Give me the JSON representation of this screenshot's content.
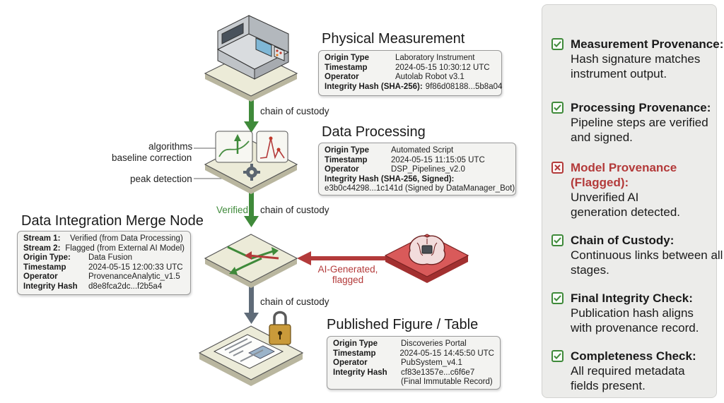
{
  "nodes": {
    "measurement": {
      "title": "Physical Measurement",
      "rows": [
        {
          "key": "Origin Type",
          "value": "Laboratory Instrument"
        },
        {
          "key": "Timestamp",
          "value": "2024-05-15 10:30:12 UTC"
        },
        {
          "key": "Operator",
          "value": "Autolab Robot v3.1"
        },
        {
          "key": "Integrity Hash (SHA-256):",
          "value": "9f86d08188...5b8a04"
        }
      ]
    },
    "processing": {
      "title": "Data Processing",
      "rows": [
        {
          "key": "Origin Type",
          "value": "Automated Script"
        },
        {
          "key": "Timestamp",
          "value": "2024-05-15 11:15:05 UTC"
        },
        {
          "key": "Operator",
          "value": "DSP_Pipelines_v2.0"
        },
        {
          "key": "Integrity Hash (SHA-256, Signed):",
          "value": ""
        }
      ],
      "extra_line": "e3b0c44298...1c141d (Signed by DataManager_Bot)",
      "side_labels": [
        "algorithms",
        "baseline correction",
        "peak detection"
      ]
    },
    "merge": {
      "title": "Data Integration Merge Node",
      "rows": [
        {
          "key": "Stream 1:",
          "value": "Verified (from Data Processing)"
        },
        {
          "key": "Stream 2:",
          "value": "Flagged (from External AI Model)"
        },
        {
          "key": "Origin Type:",
          "value": "Data Fusion"
        },
        {
          "key": "Timestamp",
          "value": "2024-05-15 12:00:33 UTC"
        },
        {
          "key": "Operator",
          "value": "ProvenanceAnalytic_v1.5"
        },
        {
          "key": "Integrity Hash",
          "value": "d8e8fca2dc...f2b5a4"
        }
      ]
    },
    "published": {
      "title": "Published Figure / Table",
      "rows": [
        {
          "key": "Origin Type",
          "value": "Discoveries Portal"
        },
        {
          "key": "Timestamp",
          "value": "2024-05-15 14:45:50 UTC"
        },
        {
          "key": "Operator",
          "value": "PubSystem_v4.1"
        },
        {
          "key": "Integrity Hash",
          "value": "cf83e1357e...c6f6e7"
        }
      ],
      "extra_line": "(Final Immutable Record)"
    }
  },
  "edges": {
    "custody_1": "chain of custody",
    "custody_2": "chain of custody",
    "verified": "Verified",
    "custody_3": "chain of custody",
    "ai_line1": "AI-Generated,",
    "ai_line2": "flagged"
  },
  "checklist": [
    {
      "status": "pass",
      "title": "Measurement Provenance:",
      "text": "Hash signature matches instrument output."
    },
    {
      "status": "pass",
      "title": "Processing Provenance:",
      "text": "Pipeline steps are verified and signed."
    },
    {
      "status": "flag",
      "title": "Model Provenance (Flagged):",
      "text": "Unverified AI generation detected."
    },
    {
      "status": "pass",
      "title": "Chain of Custody:",
      "text": "Continuous links between all stages."
    },
    {
      "status": "pass",
      "title": "Final Integrity Check:",
      "text": "Publication hash aligns with provenance record."
    },
    {
      "status": "pass",
      "title": "Completeness Check:",
      "text": "All required metadata fields present."
    }
  ],
  "colors": {
    "green": "#3f8a3a",
    "red": "#b33a3a",
    "slate": "#5f6b78",
    "platform": "#ecebd8"
  }
}
